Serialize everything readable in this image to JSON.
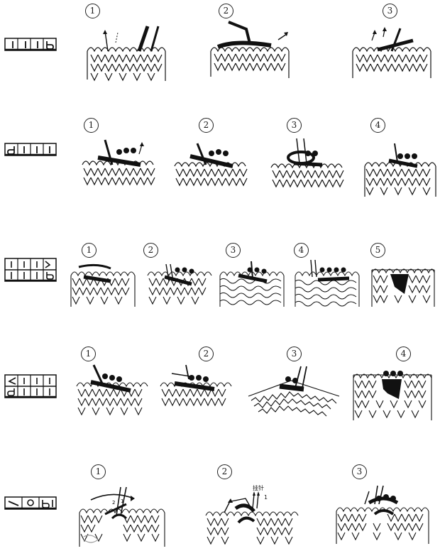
{
  "rows": [
    {
      "symbol": "right-cross-1",
      "steps": [
        "1",
        "2",
        "3"
      ]
    },
    {
      "symbol": "left-cross-1",
      "steps": [
        "1",
        "2",
        "3",
        "4"
      ]
    },
    {
      "symbol": "right-cross-2",
      "steps": [
        "1",
        "2",
        "3",
        "4",
        "5"
      ]
    },
    {
      "symbol": "left-cross-2",
      "steps": [
        "1",
        "2",
        "3",
        "4"
      ]
    },
    {
      "symbol": "yarn-over-cross",
      "steps": [
        "1",
        "2",
        "3"
      ]
    }
  ],
  "annotations": {
    "row5_step2": "挂针",
    "row5_step2_b": "1"
  }
}
